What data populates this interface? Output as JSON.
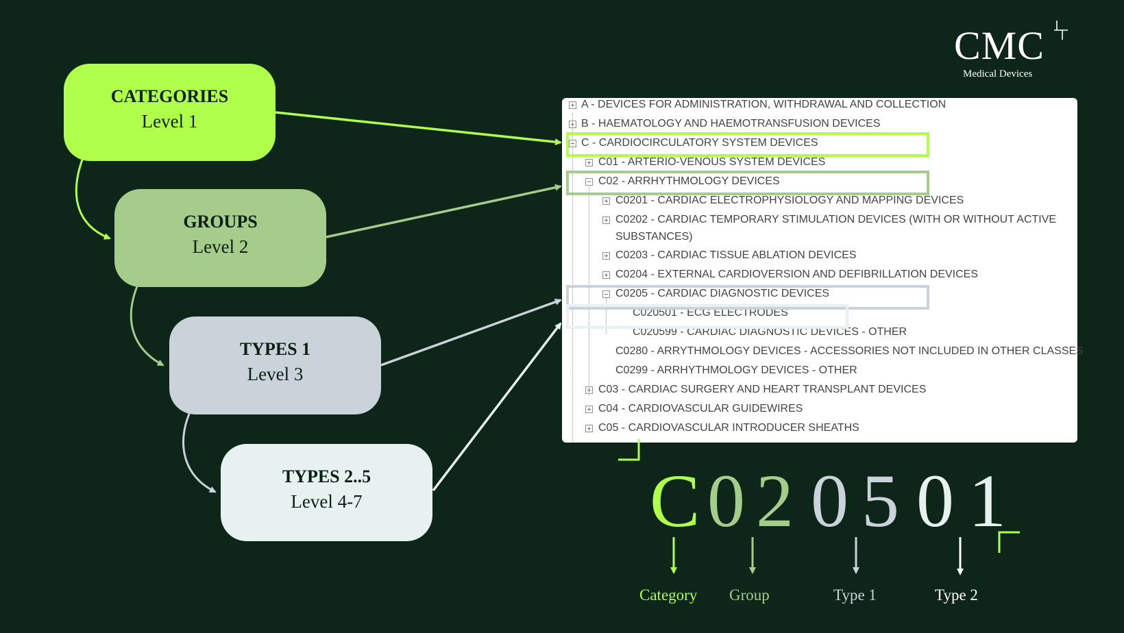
{
  "logo": {
    "name": "CMC",
    "subtitle": "Medical Devices"
  },
  "colors": {
    "background": "#0e2519",
    "level1": "#b0ff4b",
    "level2": "#a5cc8a",
    "level3": "#cbd3da",
    "level4": "#e6f1f0"
  },
  "levels": [
    {
      "title": "CATEGORIES",
      "subtitle": "Level 1"
    },
    {
      "title": "GROUPS",
      "subtitle": "Level 2"
    },
    {
      "title": "TYPES 1",
      "subtitle": "Level 3"
    },
    {
      "title": "TYPES 2..5",
      "subtitle": "Level 4-7"
    }
  ],
  "tree": {
    "rows": [
      {
        "label": "A - DEVICES FOR ADMINISTRATION, WITHDRAWAL AND COLLECTION",
        "state": "collapsed"
      },
      {
        "label": "B - HAEMATOLOGY AND HAEMOTRANSFUSION DEVICES",
        "state": "collapsed"
      },
      {
        "label": "C - CARDIOCIRCULATORY SYSTEM DEVICES",
        "state": "expanded"
      },
      {
        "label": "C01 - ARTERIO-VENOUS SYSTEM DEVICES",
        "state": "collapsed"
      },
      {
        "label": "C02 - ARRHYTHMOLOGY DEVICES",
        "state": "expanded"
      },
      {
        "label": "C0201 - CARDIAC ELECTROPHYSIOLOGY AND MAPPING DEVICES",
        "state": "collapsed"
      },
      {
        "label": "C0202 - CARDIAC TEMPORARY STIMULATION DEVICES (WITH OR WITHOUT ACTIVE",
        "label_cont": "SUBSTANCES)",
        "state": "collapsed"
      },
      {
        "label": "C0203 - CARDIAC TISSUE ABLATION DEVICES",
        "state": "collapsed"
      },
      {
        "label": "C0204 - EXTERNAL CARDIOVERSION AND DEFIBRILLATION DEVICES",
        "state": "collapsed"
      },
      {
        "label": "C0205 - CARDIAC DIAGNOSTIC DEVICES",
        "state": "expanded"
      },
      {
        "label": "C020501 - ECG ELECTRODES",
        "state": "leaf"
      },
      {
        "label": "C020599 - CARDIAC DIAGNOSTIC DEVICES - OTHER",
        "state": "leaf"
      },
      {
        "label": "C0280 - ARRYTHMOLOGY DEVICES - ACCESSORIES NOT INCLUDED IN OTHER CLASSES",
        "state": "leaf"
      },
      {
        "label": "C0299 - ARRHYTHMOLOGY DEVICES - OTHER",
        "state": "leaf"
      },
      {
        "label": "C03 - CARDIAC SURGERY AND HEART TRANSPLANT DEVICES",
        "state": "collapsed"
      },
      {
        "label": "C04 - CARDIOVASCULAR GUIDEWIRES",
        "state": "collapsed"
      },
      {
        "label": "C05 - CARDIOVASCULAR INTRODUCER SHEATHS",
        "state": "collapsed"
      }
    ]
  },
  "code": {
    "chars": [
      "C",
      "0",
      "2",
      "0",
      "5",
      "0",
      "1"
    ],
    "legend": [
      "Category",
      "Group",
      "Type 1",
      "Type 2"
    ]
  }
}
